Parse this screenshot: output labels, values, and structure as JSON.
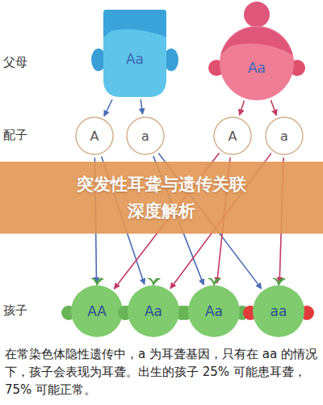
{
  "diagram": {
    "title": "突发性耳聋与遗传关联深度解析",
    "caption": "在常染色体隐性遗传中，a 为耳聋基因，只有在 aa 的情况下，孩子会表现为耳聋。出生的孩子 25% 可能患耳聋，75% 可能正常。",
    "nodes": [
      {
        "text": [
          "Aa"
        ]
      },
      {
        "text": [
          "Aa"
        ]
      },
      {
        "text": [
          "A"
        ]
      },
      {
        "text": [
          "a"
        ]
      },
      {
        "text": [
          "A"
        ]
      },
      {
        "text": [
          "a"
        ]
      },
      {
        "text": [
          "AA"
        ]
      },
      {
        "text": [
          "Aa"
        ]
      },
      {
        "text": [
          "Aa"
        ]
      },
      {
        "text": [
          "aa"
        ]
      }
    ],
    "edges": [
      {
        "from": 0,
        "to": 2,
        "arrow": "to"
      },
      {
        "from": 0,
        "to": 3,
        "arrow": "to"
      },
      {
        "from": 1,
        "to": 4,
        "arrow": "to"
      },
      {
        "from": 1,
        "to": 5,
        "arrow": "to"
      },
      {
        "from": 2,
        "to": 6,
        "arrow": "to"
      },
      {
        "from": 2,
        "to": 7,
        "arrow": "to"
      },
      {
        "from": 3,
        "to": 8,
        "arrow": "to"
      },
      {
        "from": 3,
        "to": 9,
        "arrow": "to"
      },
      {
        "from": 4,
        "to": 6,
        "arrow": "to"
      },
      {
        "from": 4,
        "to": 8,
        "arrow": "to"
      },
      {
        "from": 5,
        "to": 7,
        "arrow": "to"
      },
      {
        "from": 5,
        "to": 9,
        "arrow": "to"
      }
    ],
    "labels": [
      "父母",
      "配子",
      "孩子"
    ]
  }
}
